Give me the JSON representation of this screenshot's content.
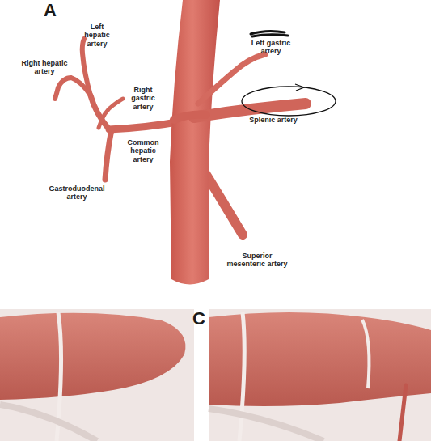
{
  "diagram": {
    "labels": [
      "A",
      "Left hepatic artery",
      "Right hepatic artery",
      "Left gastric artery",
      "Right gastric artery",
      "Splenic artery",
      "Common hepatic artery",
      "Gastroduodenal artery",
      "Superior mesenteric artery",
      "C"
    ]
  }
}
